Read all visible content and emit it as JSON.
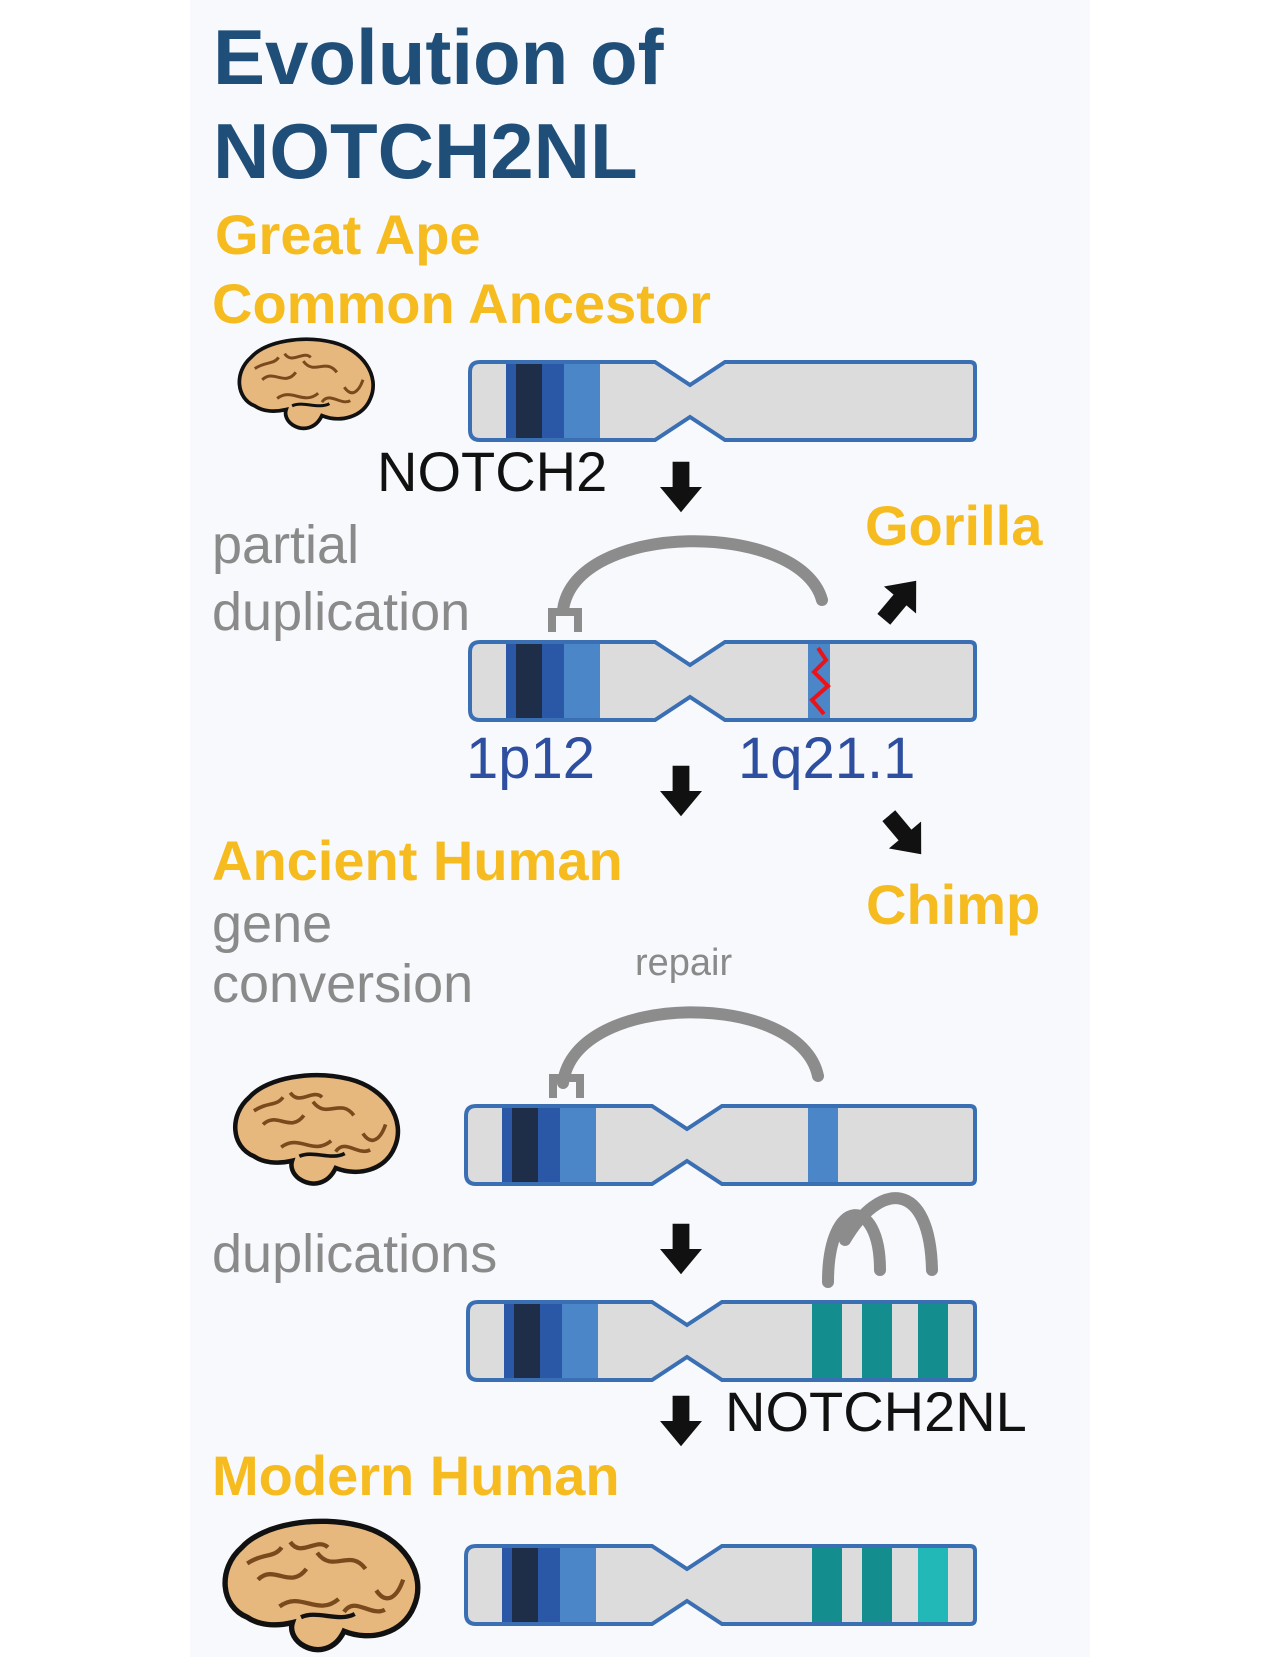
{
  "title": {
    "line1": "Evolution of",
    "line2": "NOTCH2NL"
  },
  "stages": {
    "ancestor_line1": "Great Ape",
    "ancestor_line2": "Common Ancestor",
    "ancient": "Ancient Human",
    "modern": "Modern Human"
  },
  "species": {
    "gorilla": "Gorilla",
    "chimp": "Chimp"
  },
  "processes": {
    "partial_line1": "partial",
    "partial_line2": "duplication",
    "gene_conv_line1": "gene",
    "gene_conv_line2": "conversion",
    "repair": "repair",
    "duplications": "duplications"
  },
  "genes": {
    "ancestral": "NOTCH2",
    "derived": "NOTCH2NL"
  },
  "loci": {
    "p_arm": "1p12",
    "q_arm": "1q21.1"
  },
  "colors": {
    "title": "#1f4e79",
    "stage_label": "#f6bb1e",
    "chromosome_body": "#dcdcdc",
    "chromosome_outline": "#3a6fb4",
    "band_dark": "#1e2d48",
    "band_mid": "#2a58a6",
    "band_light": "#4a86c8",
    "notch2nl_band": "#138d8d",
    "notch2nl_band_bright": "#22b8b8",
    "breakpoint": "#e8141a",
    "arrow_gray": "#8c8c8c",
    "brain_fill": "#e6b87e"
  },
  "icons": [
    "brain-icon",
    "down-arrow-icon",
    "curved-arrow-icon"
  ]
}
